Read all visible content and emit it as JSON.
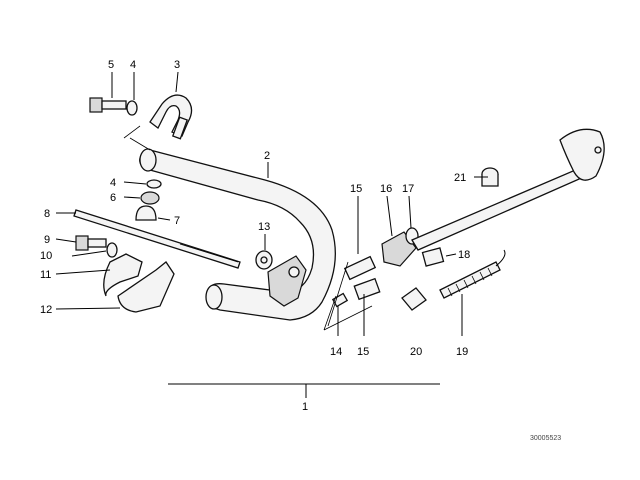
{
  "callouts": [
    "1",
    "2",
    "3",
    "4",
    "4",
    "5",
    "6",
    "7",
    "8",
    "9",
    "10",
    "11",
    "12",
    "13",
    "14",
    "15",
    "15",
    "16",
    "17",
    "18",
    "19",
    "20",
    "21"
  ],
  "reference_code": "30005523"
}
